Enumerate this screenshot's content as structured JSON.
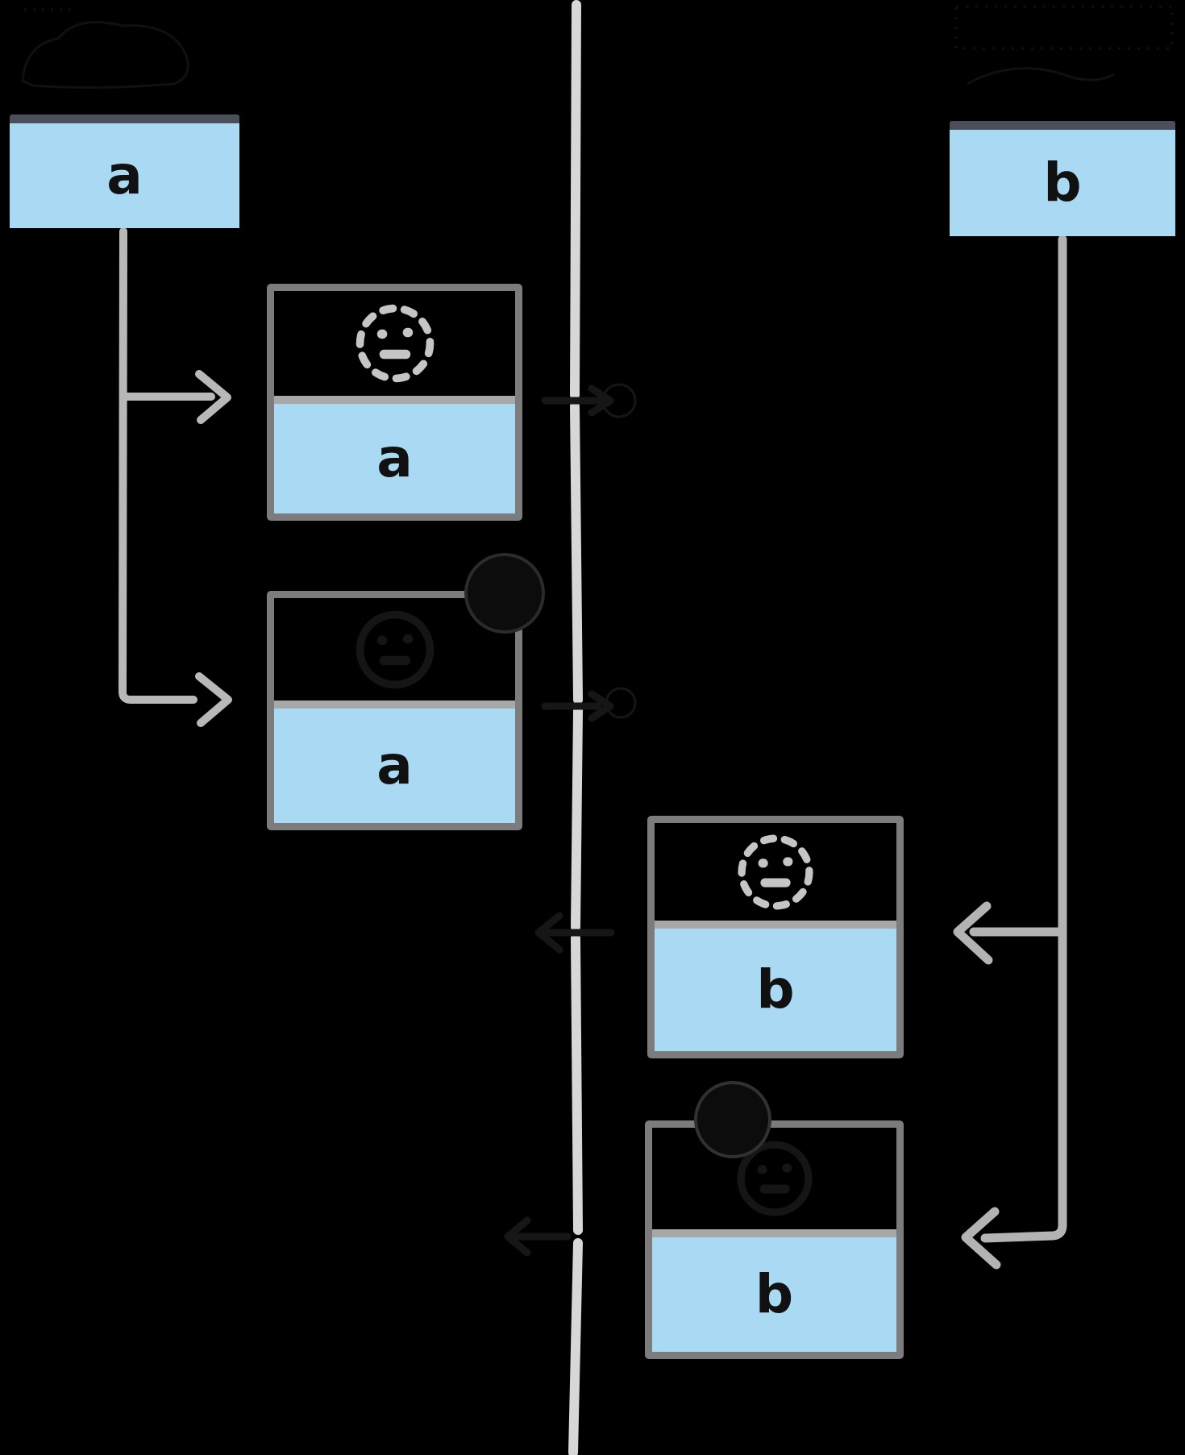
{
  "diagram": {
    "background": "#000000",
    "windows": [
      {
        "value": "a"
      },
      {
        "value": "b"
      }
    ],
    "instances": [
      {
        "value": "a"
      },
      {
        "value": "a"
      },
      {
        "value": "b"
      },
      {
        "value": "b"
      }
    ],
    "colors": {
      "panel_fill": "#aad9f4",
      "titlebar": "#4a4f5a",
      "box_border": "#7c7c7c",
      "box_divider": "#a8a8a8",
      "timeline": "#d7d7d7",
      "connector_left": "#b8b8b8",
      "connector_right": "#b3b3b3",
      "pending_face": "#c5c5c5",
      "letter": "#111111"
    },
    "icons": {
      "pending_face": "dashed-circle-neutral-face",
      "hidden_face": "dark-neutral-face",
      "badge": "dark-circle-badge"
    }
  }
}
